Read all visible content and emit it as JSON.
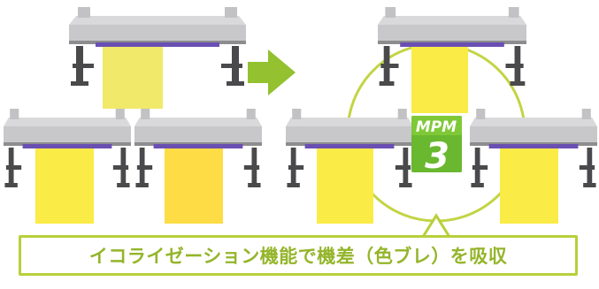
{
  "colors": {
    "printer_body": "#c8c8ca",
    "printer_top": "#d9d9db",
    "printer_edge": "#8d8d8f",
    "printer_accent": "#6a4fb3",
    "printer_legs": "#4a4a4c",
    "arrow": "#93c12f",
    "circle": "#c3d444",
    "caption_border": "#b8cf3a",
    "caption_text": "#94b52a",
    "logo_bg": "#6ab82f"
  },
  "before": {
    "printers": [
      {
        "name": "before-printer-top",
        "paper_color": "#f1e96a"
      },
      {
        "name": "before-printer-bottom-left",
        "paper_color": "#fbeb46"
      },
      {
        "name": "before-printer-bottom-right",
        "paper_color": "#fddc45"
      }
    ]
  },
  "after": {
    "printers": [
      {
        "name": "after-printer-top",
        "paper_color": "#fbeb46"
      },
      {
        "name": "after-printer-bottom-left",
        "paper_color": "#fbeb46"
      },
      {
        "name": "after-printer-bottom-right",
        "paper_color": "#fbeb46"
      }
    ],
    "logo": {
      "line1": "MPM",
      "line2": "3"
    }
  },
  "arrow_icon": "right-arrow-icon",
  "caption": "イコライゼーション機能で機差（色ブレ）を吸収"
}
